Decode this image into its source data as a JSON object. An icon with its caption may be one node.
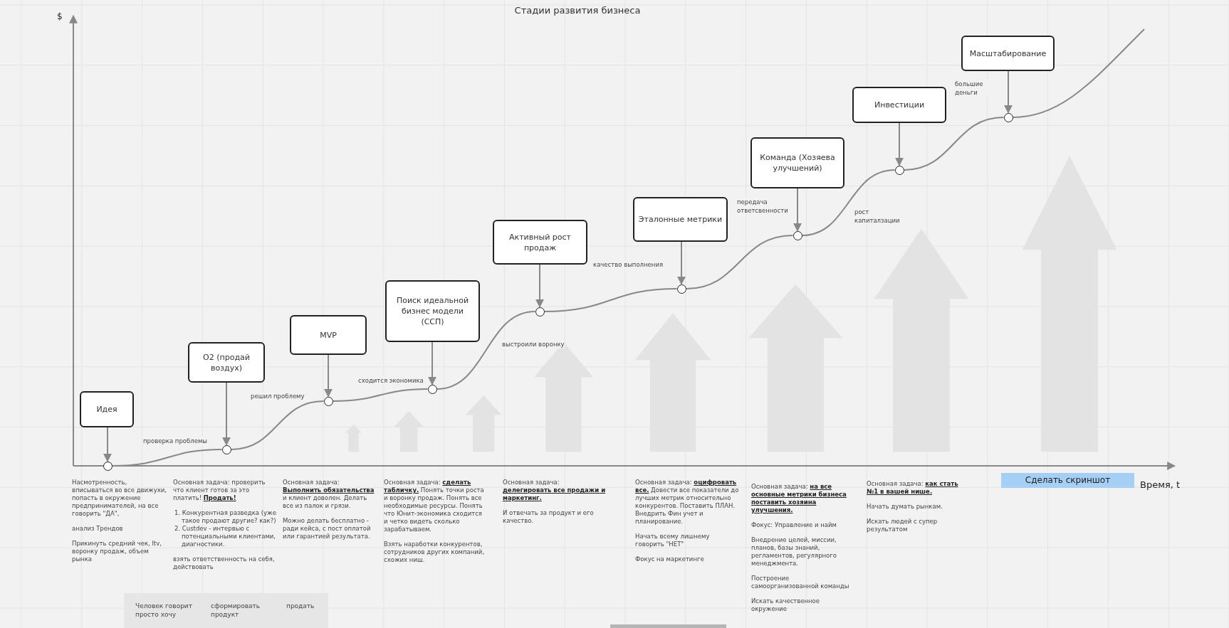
{
  "diagram": {
    "title": "Стадии развития бизнеса",
    "nodes": [
      {
        "text": [
          "Идея"
        ]
      },
      {
        "text": [
          "O2 (продай воздух)"
        ]
      },
      {
        "text": [
          "MVP"
        ]
      },
      {
        "text": [
          "Поиск идеальной бизнес модели (ССП)"
        ]
      },
      {
        "text": [
          "Активный рост продаж"
        ]
      },
      {
        "text": [
          "Эталонные метрики"
        ]
      },
      {
        "text": [
          "Команда (Хозяева улучшений)"
        ]
      },
      {
        "text": [
          "Инвестиции"
        ]
      },
      {
        "text": [
          "Масштабирование"
        ]
      },
      {
        "text": [],
        "shape": "circle"
      },
      {
        "text": [],
        "shape": "circle"
      },
      {
        "text": [],
        "shape": "circle"
      },
      {
        "text": [],
        "shape": "circle"
      },
      {
        "text": [],
        "shape": "circle"
      },
      {
        "text": [],
        "shape": "circle"
      },
      {
        "text": [],
        "shape": "circle"
      },
      {
        "text": [],
        "shape": "circle"
      },
      {
        "text": [],
        "shape": "circle"
      },
      {
        "text": [
          "Человек говорит просто хочу",
          "сформировать продукт",
          "продать"
        ]
      }
    ],
    "edges": [
      {
        "from": 0,
        "to": 9,
        "arrow": "to"
      },
      {
        "from": 1,
        "to": 10,
        "arrow": "to"
      },
      {
        "from": 2,
        "to": 11,
        "arrow": "to"
      },
      {
        "from": 3,
        "to": 12,
        "arrow": "to"
      },
      {
        "from": 4,
        "to": 13,
        "arrow": "to"
      },
      {
        "from": 5,
        "to": 14,
        "arrow": "to"
      },
      {
        "from": 6,
        "to": 15,
        "arrow": "to"
      },
      {
        "from": 7,
        "to": 16,
        "arrow": "to"
      },
      {
        "from": 8,
        "to": 17,
        "arrow": "to"
      },
      {
        "from": 9,
        "to": 10,
        "arrow": "none",
        "label": "проверка проблемы"
      },
      {
        "from": 10,
        "to": 11,
        "arrow": "none",
        "label": "решил проблему"
      },
      {
        "from": 11,
        "to": 12,
        "arrow": "none",
        "label": "сходится экономика"
      },
      {
        "from": 12,
        "to": 13,
        "arrow": "none",
        "label": "выстроили воронку"
      },
      {
        "from": 13,
        "to": 14,
        "arrow": "none",
        "label": "качество выполнения"
      },
      {
        "from": 14,
        "to": 15,
        "arrow": "none",
        "label": "передача ответсвенности"
      },
      {
        "from": 15,
        "to": 16,
        "arrow": "none",
        "label": "рост капиталзации"
      },
      {
        "from": 16,
        "to": 17,
        "arrow": "none",
        "label": "большие деньги"
      },
      {
        "from": 17,
        "to": null,
        "arrow": "none"
      }
    ],
    "labels": [
      "$",
      "Время, t",
      "Сделать скриншот",
      "Насмотренность, вписываться во все движухи, попасть в окружение предпринимателей, на все говорить \"ДА\",",
      "анализ Трендов",
      "Прикинуть средний чек, ltv, воронку продаж, объем рынка",
      "Основная задача: проверить что клиент готов за это платить! **Продать!**",
      "1. Конкурентная разведка (уже такое продают другие? как?)",
      "2. Custdev - интервью с потенциальными клиентами, диагностики.",
      "взять ответственность на себя, действовать",
      "Основная задача: **Выполнить обязательства** и клиент доволен. Делать все из палок и грязи.",
      "Можно делать бесплатно - ради кейса, с пост оплатой или гарантией результата.",
      "Основная задача: **сделать табличку.** Понять точки роста и воронку продаж. Понять все необходимые ресурсы. Понять что Юнит-экономика сходится и четко видеть сколько зарабатываем.",
      "Взять наработки конкурентов, сотрудников других компаний, схожих ниш.",
      "Основная задача: **делегировать все продажи и маркетинг.**",
      "И отвечать за продукт и его качество.",
      "Основная задача: **оцифровать все.** Довести все показатели до лучших метрик относительно конкурентов. Поставить ПЛАН. Внедрить Фин учет и планирование.",
      "Начать всему лишнему говорить \"НЕТ\"",
      "Фокус на маркетинге",
      "Основная задача: **на все основные метрики бизнеса поставить хозяина улучшения.**",
      "Фокус: Управление и найм",
      "Внедрение целей, миссии, планов, базы знаний, регламентов, регулярного менеджмента.",
      "Построение самоорганизованной команды",
      "Искать качественное окружение",
      "Основная задача: **как стать №1 в вашей нише.**",
      "Начать думать рынкам.",
      "Искать людей с супер результатом"
    ]
  }
}
